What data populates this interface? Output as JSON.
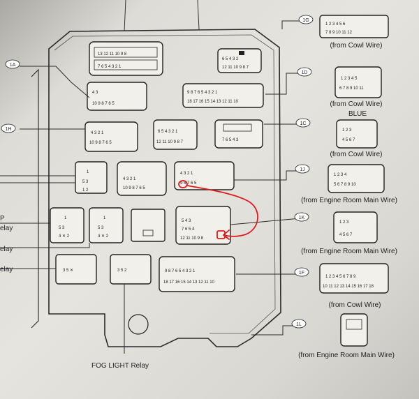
{
  "connector_ids": {
    "c1G": "1G",
    "c1A": "1A",
    "c1D": "1D",
    "c1H": "1H",
    "c1C": "1C",
    "c1J": "1J",
    "c1K": "1K",
    "c1F": "1F",
    "c1L": "1L"
  },
  "captions": {
    "cowl_1g": "(from Cowl Wire)",
    "cowl_1d": "(from Cowl Wire)",
    "blue": "BLUE",
    "cowl_1c": "(from Cowl Wire)",
    "engine_1j": "(from Engine Room Main Wire)",
    "engine_1k": "(from Engine Room Main Wire)",
    "cowl_1f": "(from Cowl Wire)",
    "engine_1l": "(from Engine Room Main Wire)"
  },
  "relay_labels": {
    "left_p": "P",
    "left_relay_1": "elay",
    "left_relay_2": "elay",
    "left_relay_3": "elay",
    "fog_light": "FOG LIGHT Relay"
  },
  "annotation": {
    "stroke_color": "#e01b1b",
    "description": "hand-drawn arrow"
  },
  "colors": {
    "line": "#2a2a2a",
    "paper": "#e4e2dc"
  }
}
